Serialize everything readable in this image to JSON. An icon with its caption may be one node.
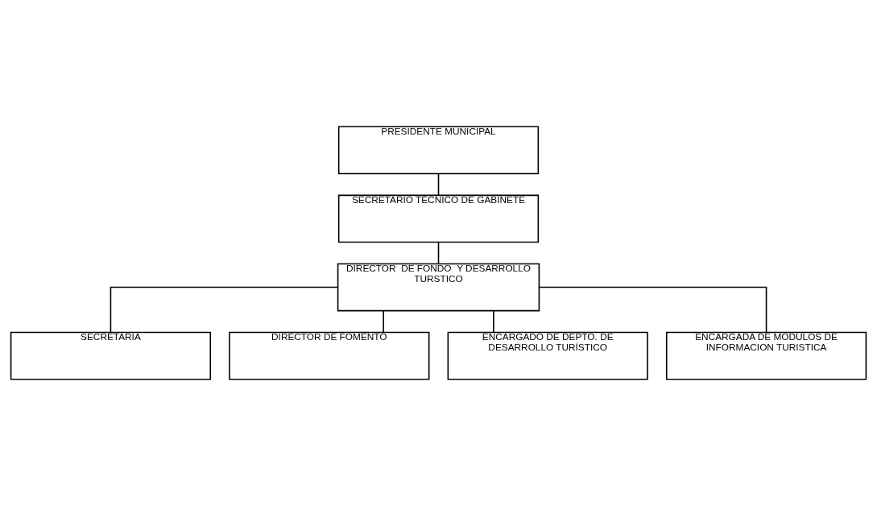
{
  "diagram": {
    "nodes": [
      {
        "text": [
          "PRESIDENTE MUNICIPAL"
        ]
      },
      {
        "text": [
          "SECRETARIO TÉCNICO DE GABINETE"
        ]
      },
      {
        "text": [
          "DIRECTOR  DE FONDO  Y DESARROLLO TURSTICO"
        ]
      },
      {
        "text": [
          "SECRETARIA"
        ]
      },
      {
        "text": [
          "DIRECTOR DE FOMENTO"
        ]
      },
      {
        "text": [
          "ENCARGADO DE DEPTO. DE DESARROLLO TURÍSTICO"
        ]
      },
      {
        "text": [
          "ENCARGADA DE MODULOS DE INFORMACION TURISTICA"
        ]
      }
    ],
    "edges": [
      {
        "from": 0,
        "to": 1,
        "arrow": "none"
      },
      {
        "from": 1,
        "to": 2,
        "arrow": "none"
      },
      {
        "from": 2,
        "to": 3,
        "arrow": "none"
      },
      {
        "from": 2,
        "to": 4,
        "arrow": "none"
      },
      {
        "from": 2,
        "to": 5,
        "arrow": "none"
      },
      {
        "from": 2,
        "to": 6,
        "arrow": "none"
      }
    ]
  }
}
